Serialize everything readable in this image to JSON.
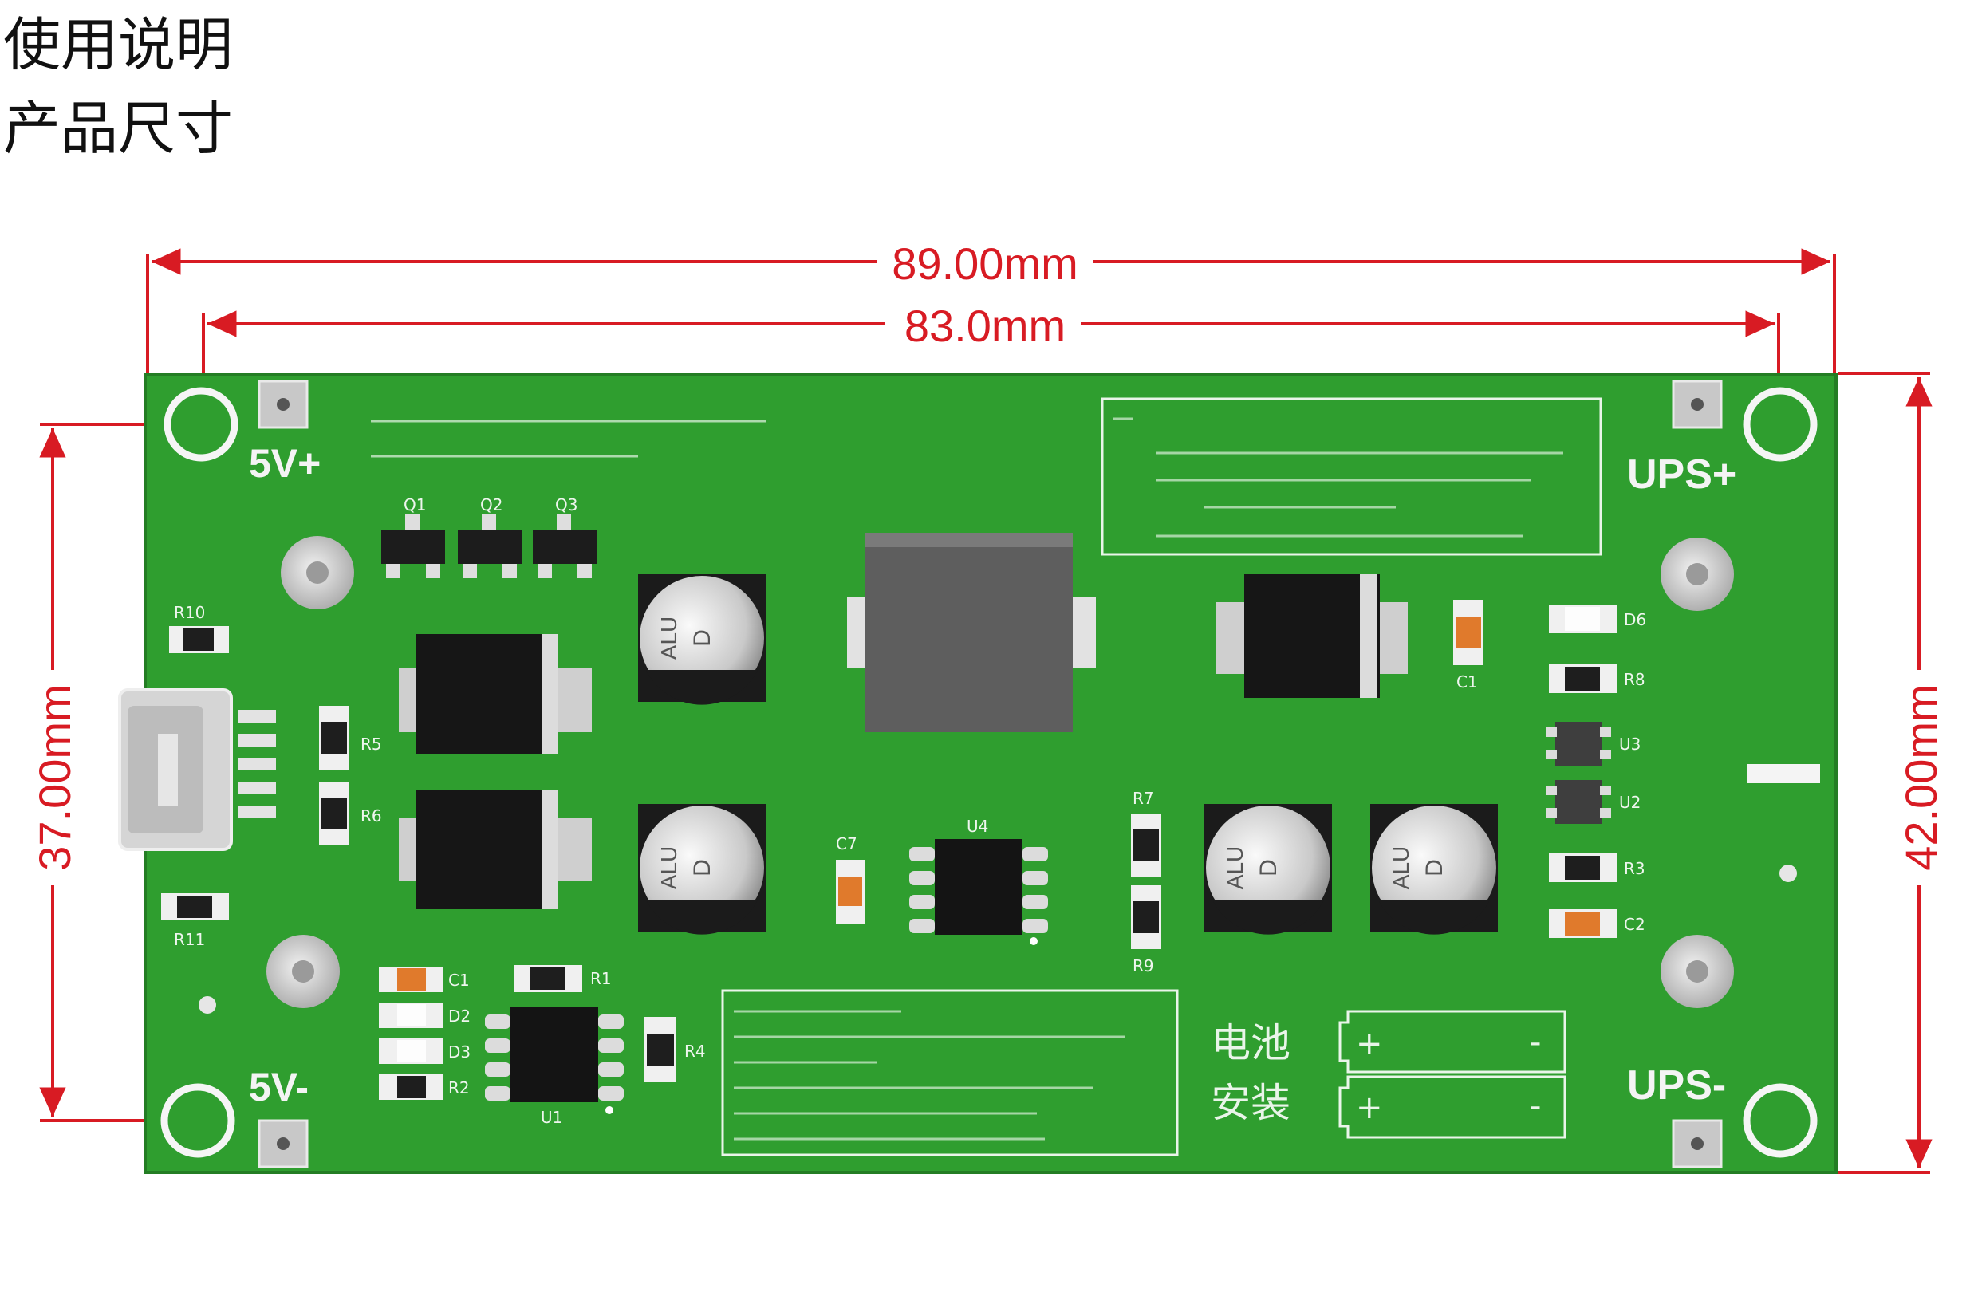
{
  "document": {
    "heading_line1": "使用说明",
    "heading_line2": "产品尺寸"
  },
  "dimensions": {
    "outer_width": "89.00mm",
    "hole_spacing_width": "83.0mm",
    "left_height": "37.00mm",
    "right_height": "42.00mm"
  },
  "board": {
    "pin_5v_plus": "5V+",
    "pin_5v_minus": "5V-",
    "pin_ups_plus": "UPS+",
    "pin_ups_minus": "UPS-",
    "battery_label_line1": "电池",
    "battery_label_line2": "安装",
    "battery_plus": "+",
    "battery_minus": "-",
    "chip_u4": "U4",
    "chip_u1": "U1",
    "electrolytic_mark_top": "ALU",
    "electrolytic_mark_bottom": "D",
    "refs": {
      "q1": "Q1",
      "q2": "Q2",
      "q3": "Q3",
      "r10": "R10",
      "r5": "R5",
      "r6": "R6",
      "r11": "R11",
      "c1_left": "C1",
      "d2": "D2",
      "d3": "D3",
      "r2": "R2",
      "r1": "R1",
      "r4": "R4",
      "c7": "C7",
      "r7": "R7",
      "r9": "R9",
      "c1_right": "C1",
      "d6": "D6",
      "r8": "R8",
      "u3": "U3",
      "u2": "U2",
      "r3": "R3",
      "c2": "C2"
    }
  },
  "colors": {
    "dimension": "#d81b23",
    "pcb": "#2f9e2f",
    "silkscreen": "#f4f4f4"
  }
}
